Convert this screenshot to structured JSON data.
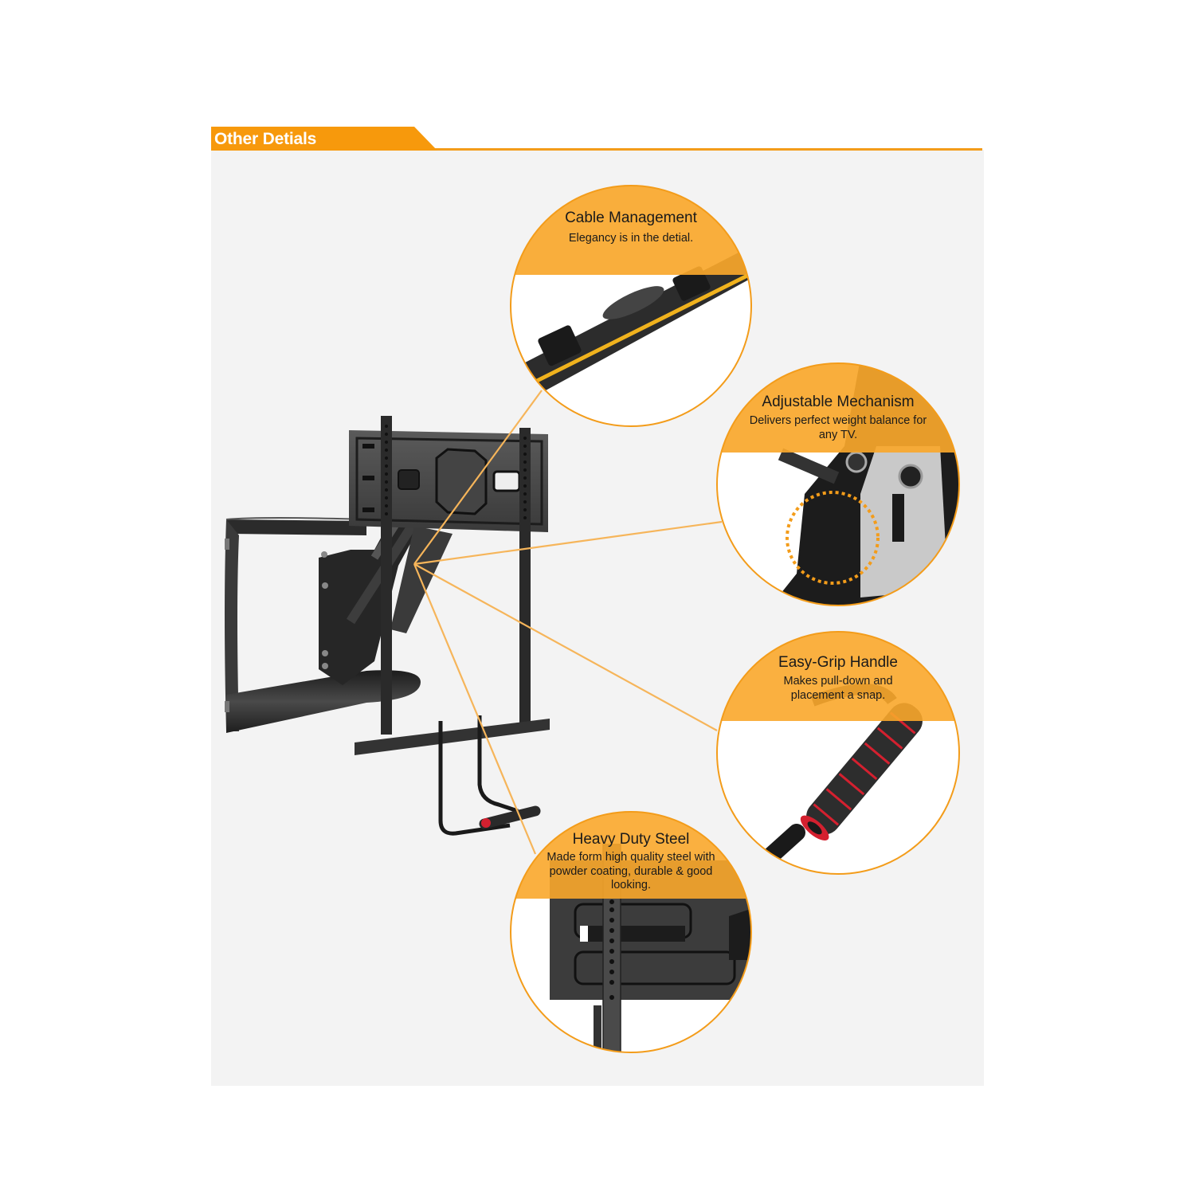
{
  "header": {
    "title": "Other Detials",
    "accent_color": "#f7990c"
  },
  "product": {
    "name": "pull-down-fireplace-tv-mount",
    "handle_grip_colors": [
      "#2a2a2a",
      "#d4202f"
    ]
  },
  "features": [
    {
      "title": "Cable Management",
      "description": "Elegancy is in the detial.",
      "icon": "cable-clip-detail"
    },
    {
      "title": "Adjustable Mechanism",
      "description": "Delivers perfect weight balance for any TV.",
      "icon": "tension-adjust-detail"
    },
    {
      "title": "Easy-Grip Handle",
      "description": "Makes pull-down and placement a snap.",
      "icon": "foam-handle-detail"
    },
    {
      "title": "Heavy Duty Steel",
      "description": "Made form high quality steel with powder coating, durable & good looking.",
      "icon": "steel-plate-detail"
    }
  ],
  "colors": {
    "panel_background": "#f3f3f3",
    "callout_overlay": "#f9a72b",
    "callout_border": "#f39c1a",
    "connector_line": "#f6b55a"
  }
}
